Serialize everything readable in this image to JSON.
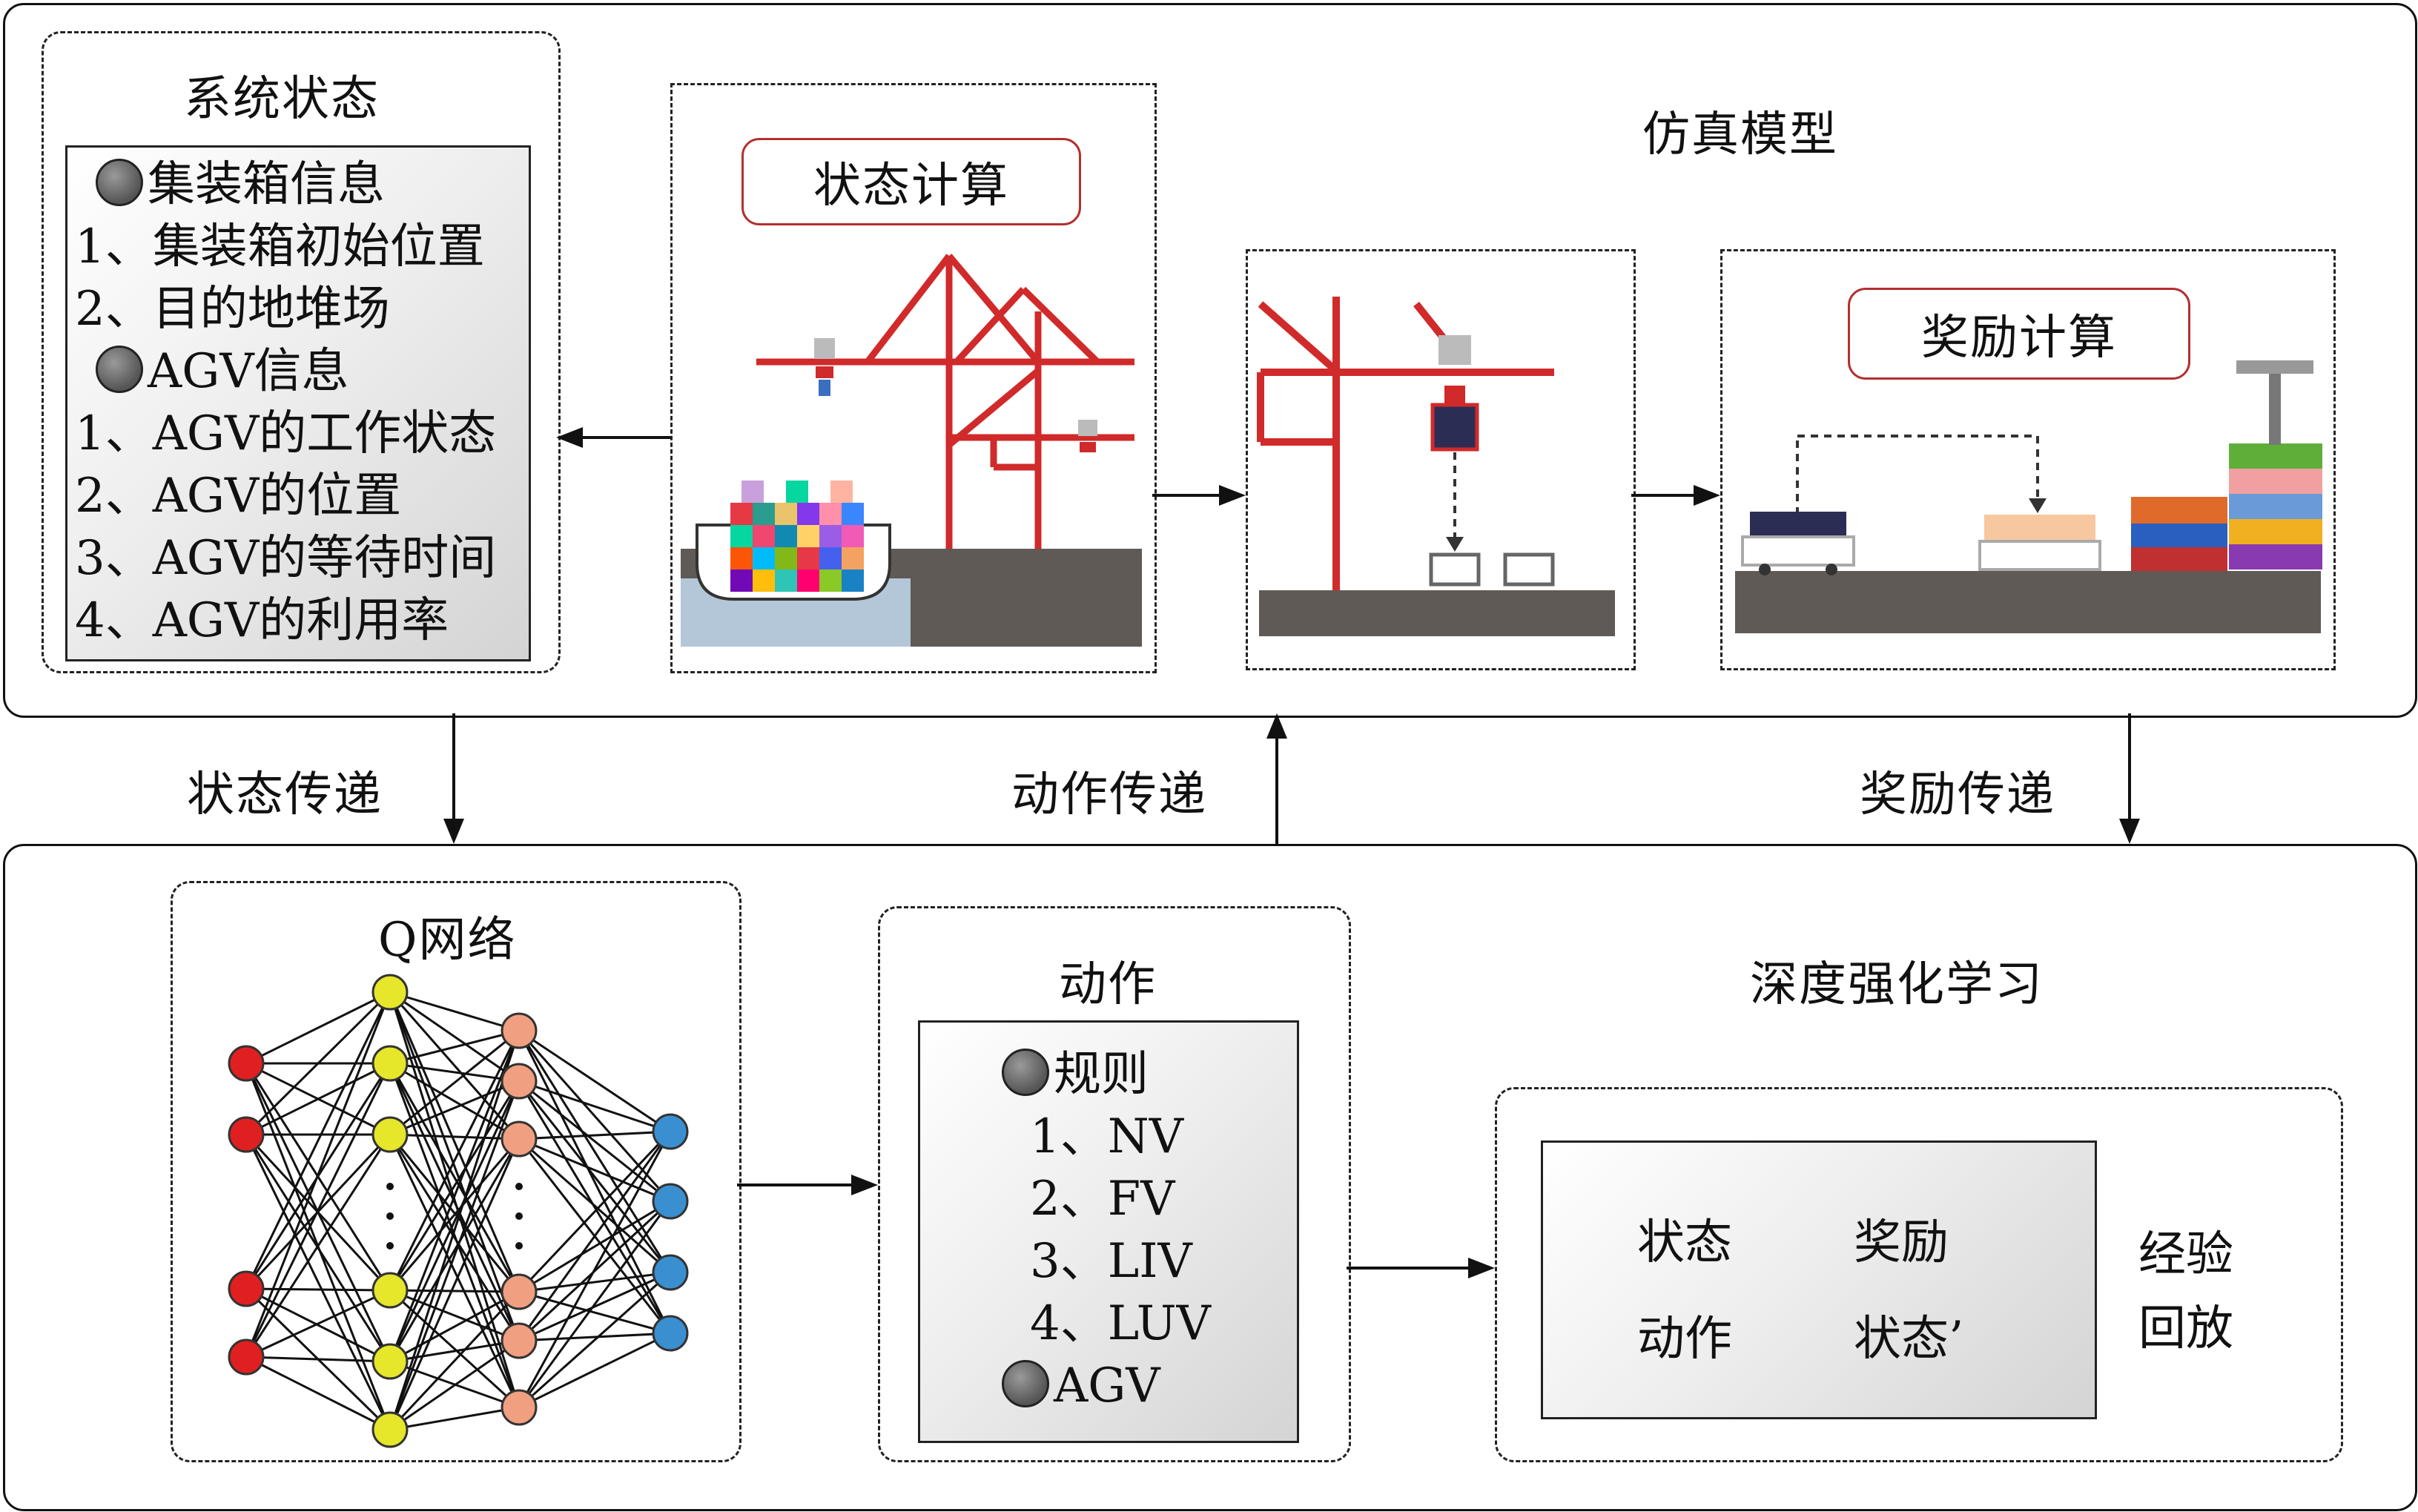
{
  "top": {
    "title": "仿真模型",
    "system_state": {
      "title": "系统状态",
      "lines": [
        "集装箱信息",
        "1、集装箱初始位置",
        "2、目的地堆场",
        "AGV信息",
        "1、AGV的工作状态",
        "2、AGV的位置",
        "3、AGV的等待时间",
        "4、AGV的利用率"
      ]
    },
    "state_calc_label": "状态计算",
    "reward_calc_label": "奖励计算"
  },
  "transfers": {
    "state": "状态传递",
    "action": "动作传递",
    "reward": "奖励传递"
  },
  "bottom": {
    "title": "深度强化学习",
    "q_network_title": "Q网络",
    "action": {
      "title": "动作",
      "lines": [
        "规则",
        "1、NV",
        "2、FV",
        "3、LIV",
        "4、LUV",
        "AGV"
      ]
    },
    "replay": {
      "cells": [
        "状态",
        "奖励",
        "动作",
        "状态’"
      ],
      "label_line1": "经验",
      "label_line2": "回放"
    }
  },
  "colors": {
    "crane_red": "#d02a2a",
    "ground": "#5f5a55",
    "input_node": "#e02020",
    "hidden1_node": "#e6e62a",
    "hidden2_node": "#f0a080",
    "output_node": "#3a8fd0"
  }
}
